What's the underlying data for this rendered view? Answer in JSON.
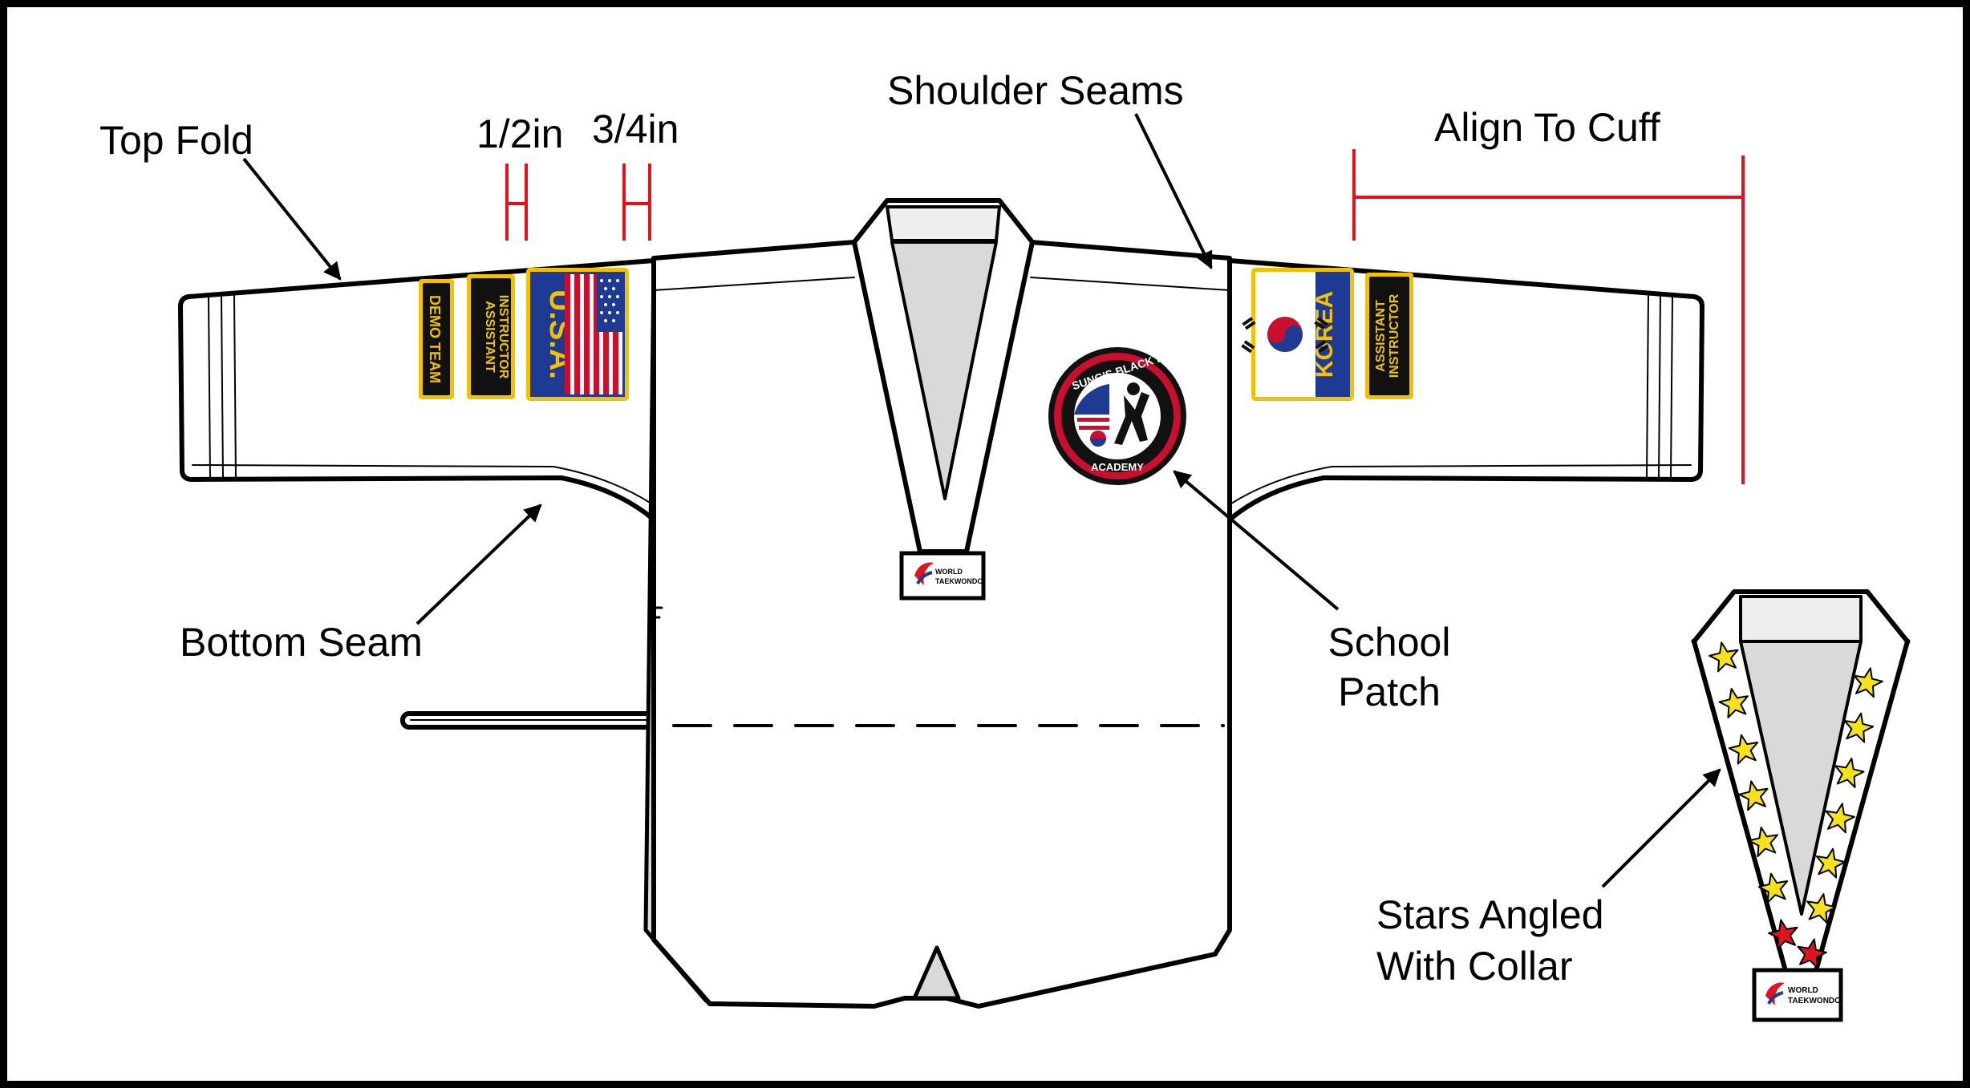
{
  "callouts": {
    "top_fold": "Top Fold",
    "half_inch": "1/2in",
    "three_quarter_inch": "3/4in",
    "shoulder_seams": "Shoulder Seams",
    "align_to_cuff": "Align To Cuff",
    "bottom_seam": "Bottom Seam",
    "school_patch_line1": "School",
    "school_patch_line2": "Patch",
    "stars_line1": "Stars Angled",
    "stars_line2": "With Collar"
  },
  "patches": {
    "demo_team": "DEMO TEAM",
    "assistant_instructor_line1": "ASSISTANT",
    "assistant_instructor_line2": "INSTRUCTOR",
    "usa": "U.S.A.",
    "korea": "KOREA",
    "school_top": "SUNG'S BLACK BELT",
    "school_bottom": "ACADEMY",
    "wt_line1": "WORLD",
    "wt_line2": "TAEKWONDO"
  },
  "colors": {
    "measure_line": "#e8101a",
    "patch_gold": "#f2c200",
    "patch_black": "#111111",
    "patch_navy": "#1f3a93",
    "flag_red": "#c8102e",
    "star_yellow": "#f7e11c",
    "star_red": "#e0141e",
    "collar_inner": "#d9d9d9",
    "collar_top": "#eeeeee"
  },
  "collar_stars": {
    "yellow_per_side": 6,
    "red_per_side": 1
  }
}
